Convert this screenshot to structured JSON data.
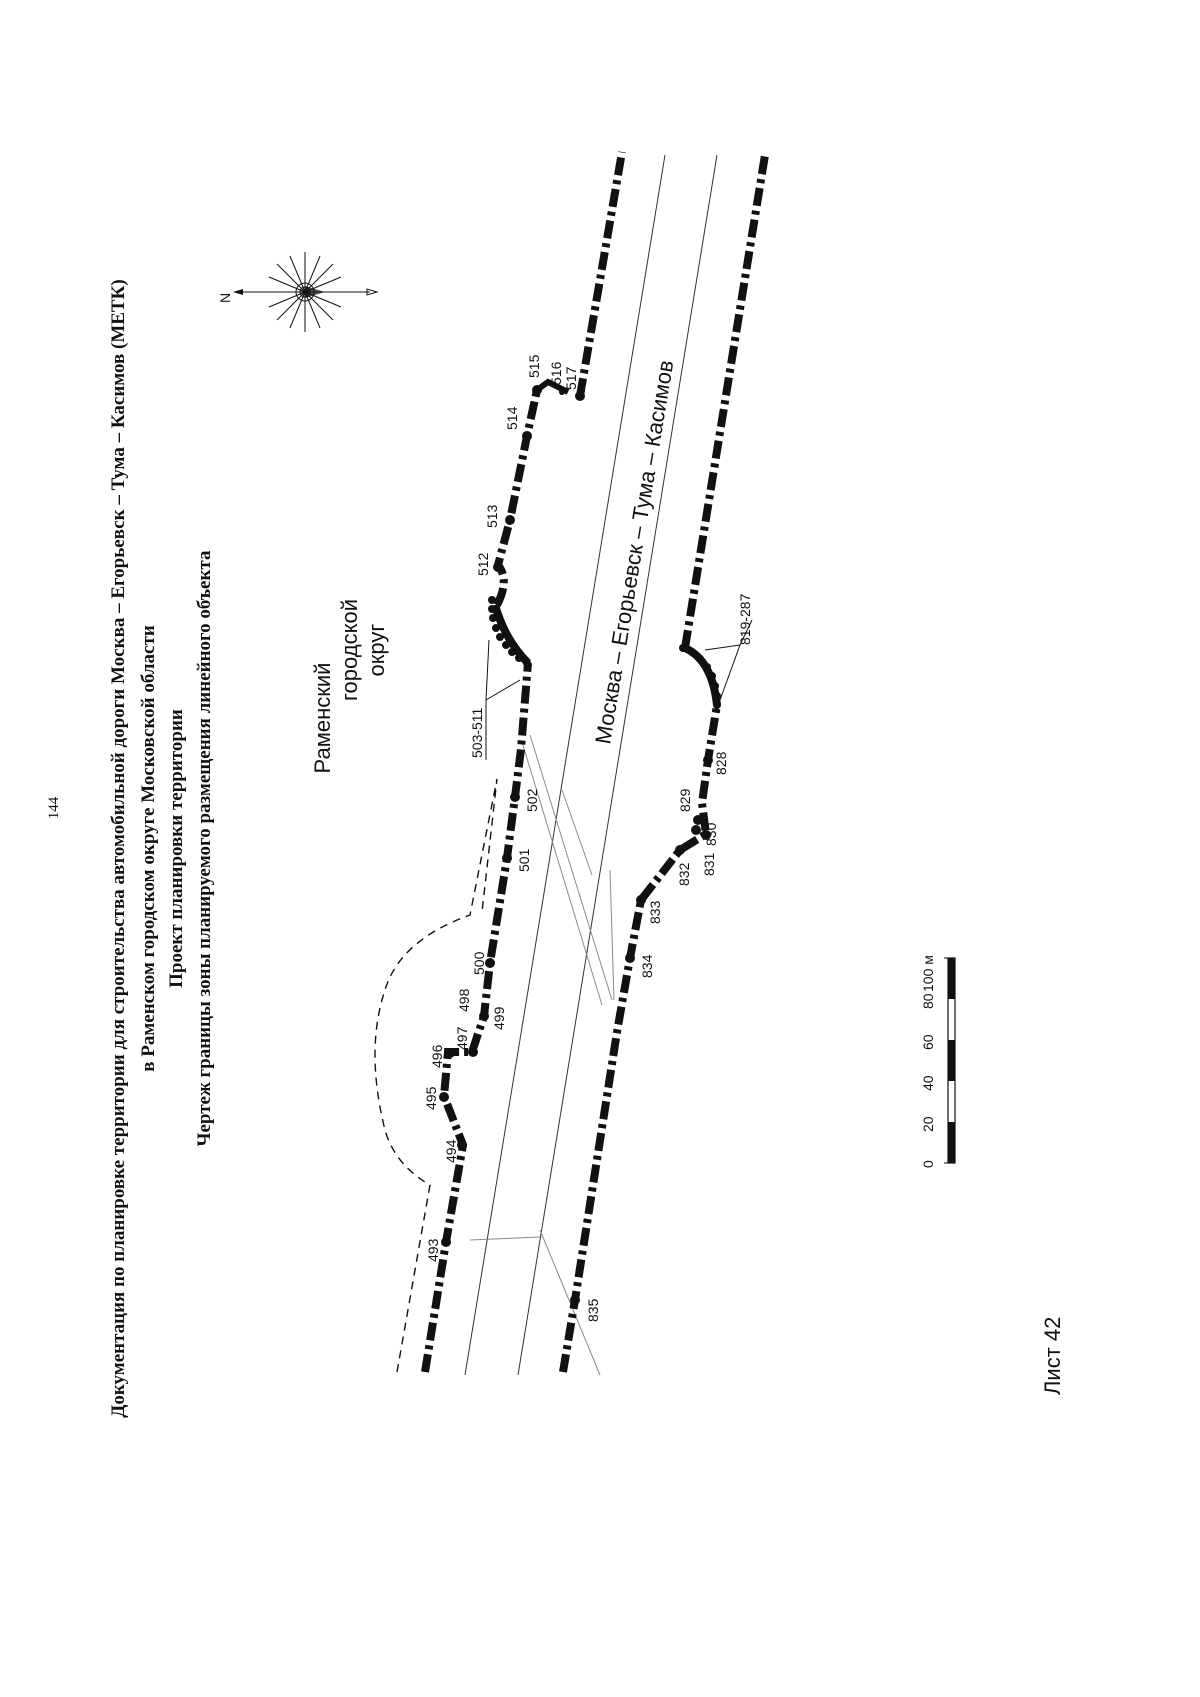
{
  "page_number": "144",
  "header": {
    "line1": "Документация по планировке территории для строительства автомобильной дороги Москва – Егорьевск – Тума – Касимов (МЕТК)",
    "line2": "в Раменском городском округе Московской области",
    "line3": "Проект планировки территории",
    "line4": "Чертеж границы зоны планируемого размещения линейного объекта"
  },
  "compass": {
    "north_label": "N",
    "icon": "compass-rose-icon"
  },
  "map": {
    "district_label": [
      "Раменский",
      "городской",
      "округ"
    ],
    "road_label": "Москва – Егорьевск – Тума – Касимов",
    "group_labels": {
      "north_group": "503-511",
      "south_group": "819-287"
    },
    "points": {
      "p493": "493",
      "p494": "494",
      "p495": "495",
      "p496": "496",
      "p497": "497",
      "p498": "498",
      "p499": "499",
      "p500": "500",
      "p501": "501",
      "p502": "502",
      "p512": "512",
      "p513": "513",
      "p514": "514",
      "p515": "515",
      "p516": "516",
      "p517": "517",
      "p828": "828",
      "p829": "829",
      "p830": "830",
      "p831": "831",
      "p832": "832",
      "p833": "833",
      "p834": "834",
      "p835": "835"
    }
  },
  "scale_bar": {
    "ticks": [
      "0",
      "20",
      "40",
      "60",
      "80",
      "100 м"
    ],
    "length_m": 100
  },
  "sheet_label": "Лист 42",
  "colors": {
    "ink": "#111111",
    "paper": "#ffffff",
    "faint": "#9a9a9a"
  }
}
